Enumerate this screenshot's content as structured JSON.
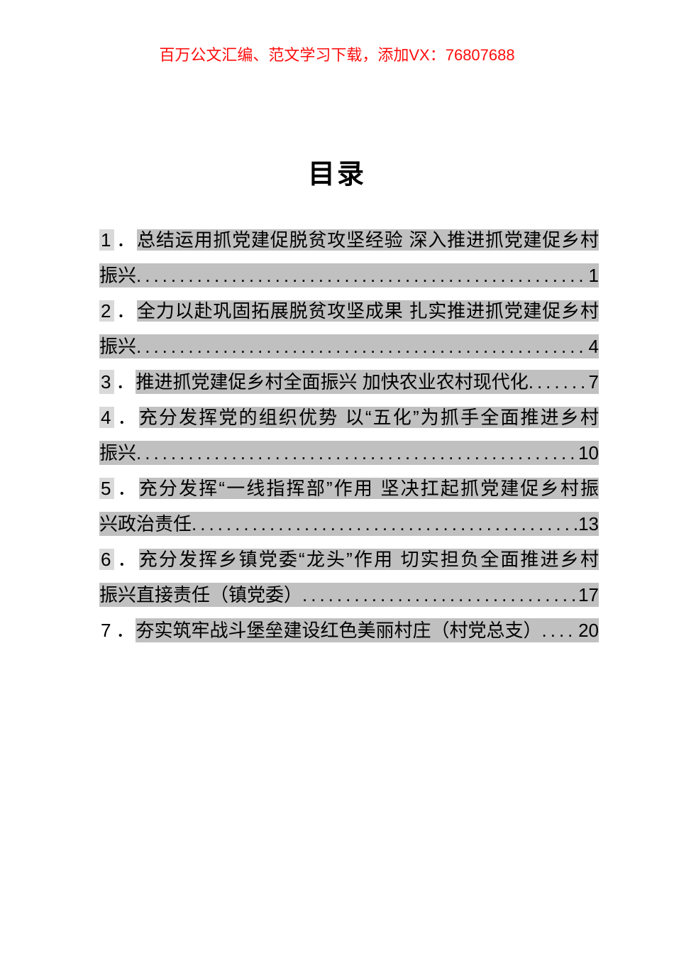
{
  "header": {
    "notice": "百万公文汇编、范文学习下载，添加VX：76807688"
  },
  "title": "目录",
  "colors": {
    "notice_red": "#fe0d0d",
    "highlight_gray": "#c0c0c0",
    "number_shade_gray": "#d9d9d9",
    "text_black": "#000000",
    "page_white": "#ffffff"
  },
  "toc": {
    "entries": [
      {
        "num": "1",
        "sep": "．",
        "text1": "总结运用抓党建促脱贫攻坚经验 深入推进抓党建促乡村",
        "text2": "振兴",
        "page": "1"
      },
      {
        "num": "2",
        "sep": "．",
        "text1": "全力以赴巩固拓展脱贫攻坚成果 扎实推进抓党建促乡村",
        "text2": "振兴",
        "page": "4"
      },
      {
        "num": "3",
        "sep": "．",
        "text1": "推进抓党建促乡村全面振兴 加快农业农村现代化",
        "page": "7"
      },
      {
        "num": "4",
        "sep": "．",
        "text1": "充分发挥党的组织优势 以“五化”为抓手全面推进乡村",
        "text2": "振兴",
        "page": "10"
      },
      {
        "num": "5",
        "sep": "．",
        "text1": "充分发挥“一线指挥部”作用 坚决扛起抓党建促乡村振",
        "text2": "兴政治责任",
        "page": "13"
      },
      {
        "num": "6",
        "sep": "．",
        "text1": "充分发挥乡镇党委“龙头”作用 切实担负全面推进乡村",
        "text2": "振兴直接责任（镇党委）",
        "page": "17"
      },
      {
        "num": "7",
        "sep": "．",
        "text1": "夯实筑牢战斗堡垒建设红色美丽村庄（村党总支）",
        "page": "20"
      }
    ]
  }
}
